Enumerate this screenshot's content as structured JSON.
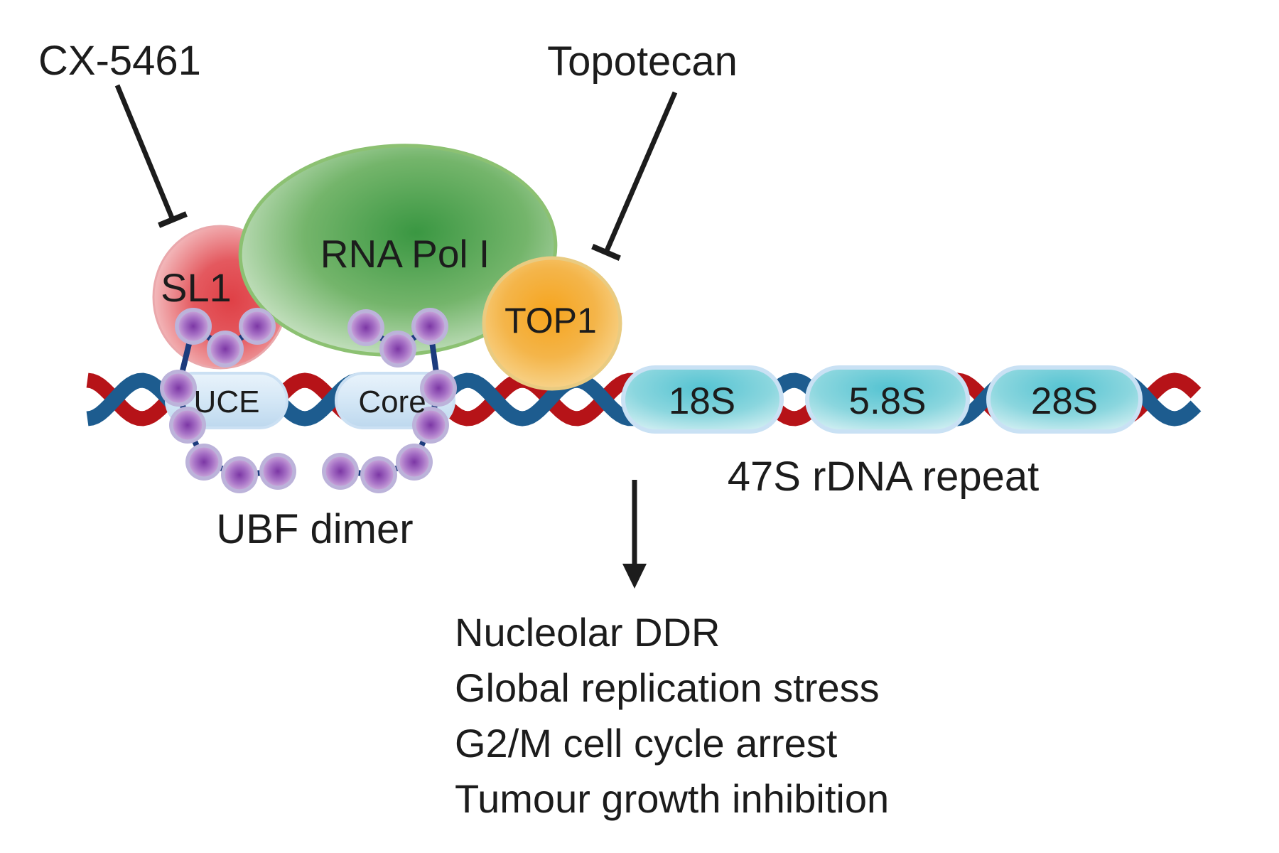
{
  "inhibitors": {
    "cx5461": "CX-5461",
    "topotecan": "Topotecan"
  },
  "complexes": {
    "sl1": "SL1",
    "rna_pol_i": "RNA Pol I",
    "top1": "TOP1"
  },
  "dna": {
    "uce": "UCE",
    "core": "Core",
    "s18": "18S",
    "s58": "5.8S",
    "s28": "28S",
    "repeat_label": "47S rDNA repeat"
  },
  "ubf": {
    "label": "UBF dimer",
    "bead_count": 16
  },
  "outcomes": [
    "Nucleolar DDR",
    "Global replication stress",
    "G2/M cell cycle arrest",
    "Tumour growth inhibition"
  ],
  "colors": {
    "ink": "#1c1c1c",
    "sl1_center": "#df4046",
    "sl1_mid": "#e4595f",
    "sl1_edge": "#f5c6c8",
    "sl1_stroke": "#eaa8ac",
    "polI_center": "#3a9742",
    "polI_mid": "#74b56b",
    "polI_edge": "#dcedd8",
    "polI_stroke": "#8cc172",
    "top1_center": "#f6a41d",
    "top1_mid": "#f4b54a",
    "top1_edge": "#f8d793",
    "top1_stroke": "#e9cb81",
    "bead_center": "#7c37a5",
    "bead_mid": "#a670c5",
    "bead_edge": "#cbaadb",
    "bead_ring": "#bcb3da",
    "bead_link": "#1c3c7d",
    "pill_blue_top": "#e9f3fb",
    "pill_blue_mid": "#d4e7f6",
    "pill_blue_bottom": "#bdd8ee",
    "pill_blue_stroke": "#cbe0f3",
    "pill_teal_center": "#55c3d2",
    "pill_teal_mid": "#8ad6de",
    "pill_teal_edge": "#d9f1f4",
    "pill_teal_stroke": "#c9e1f4",
    "dna_red": "#b61318",
    "dna_blue": "#1d5c8f"
  }
}
